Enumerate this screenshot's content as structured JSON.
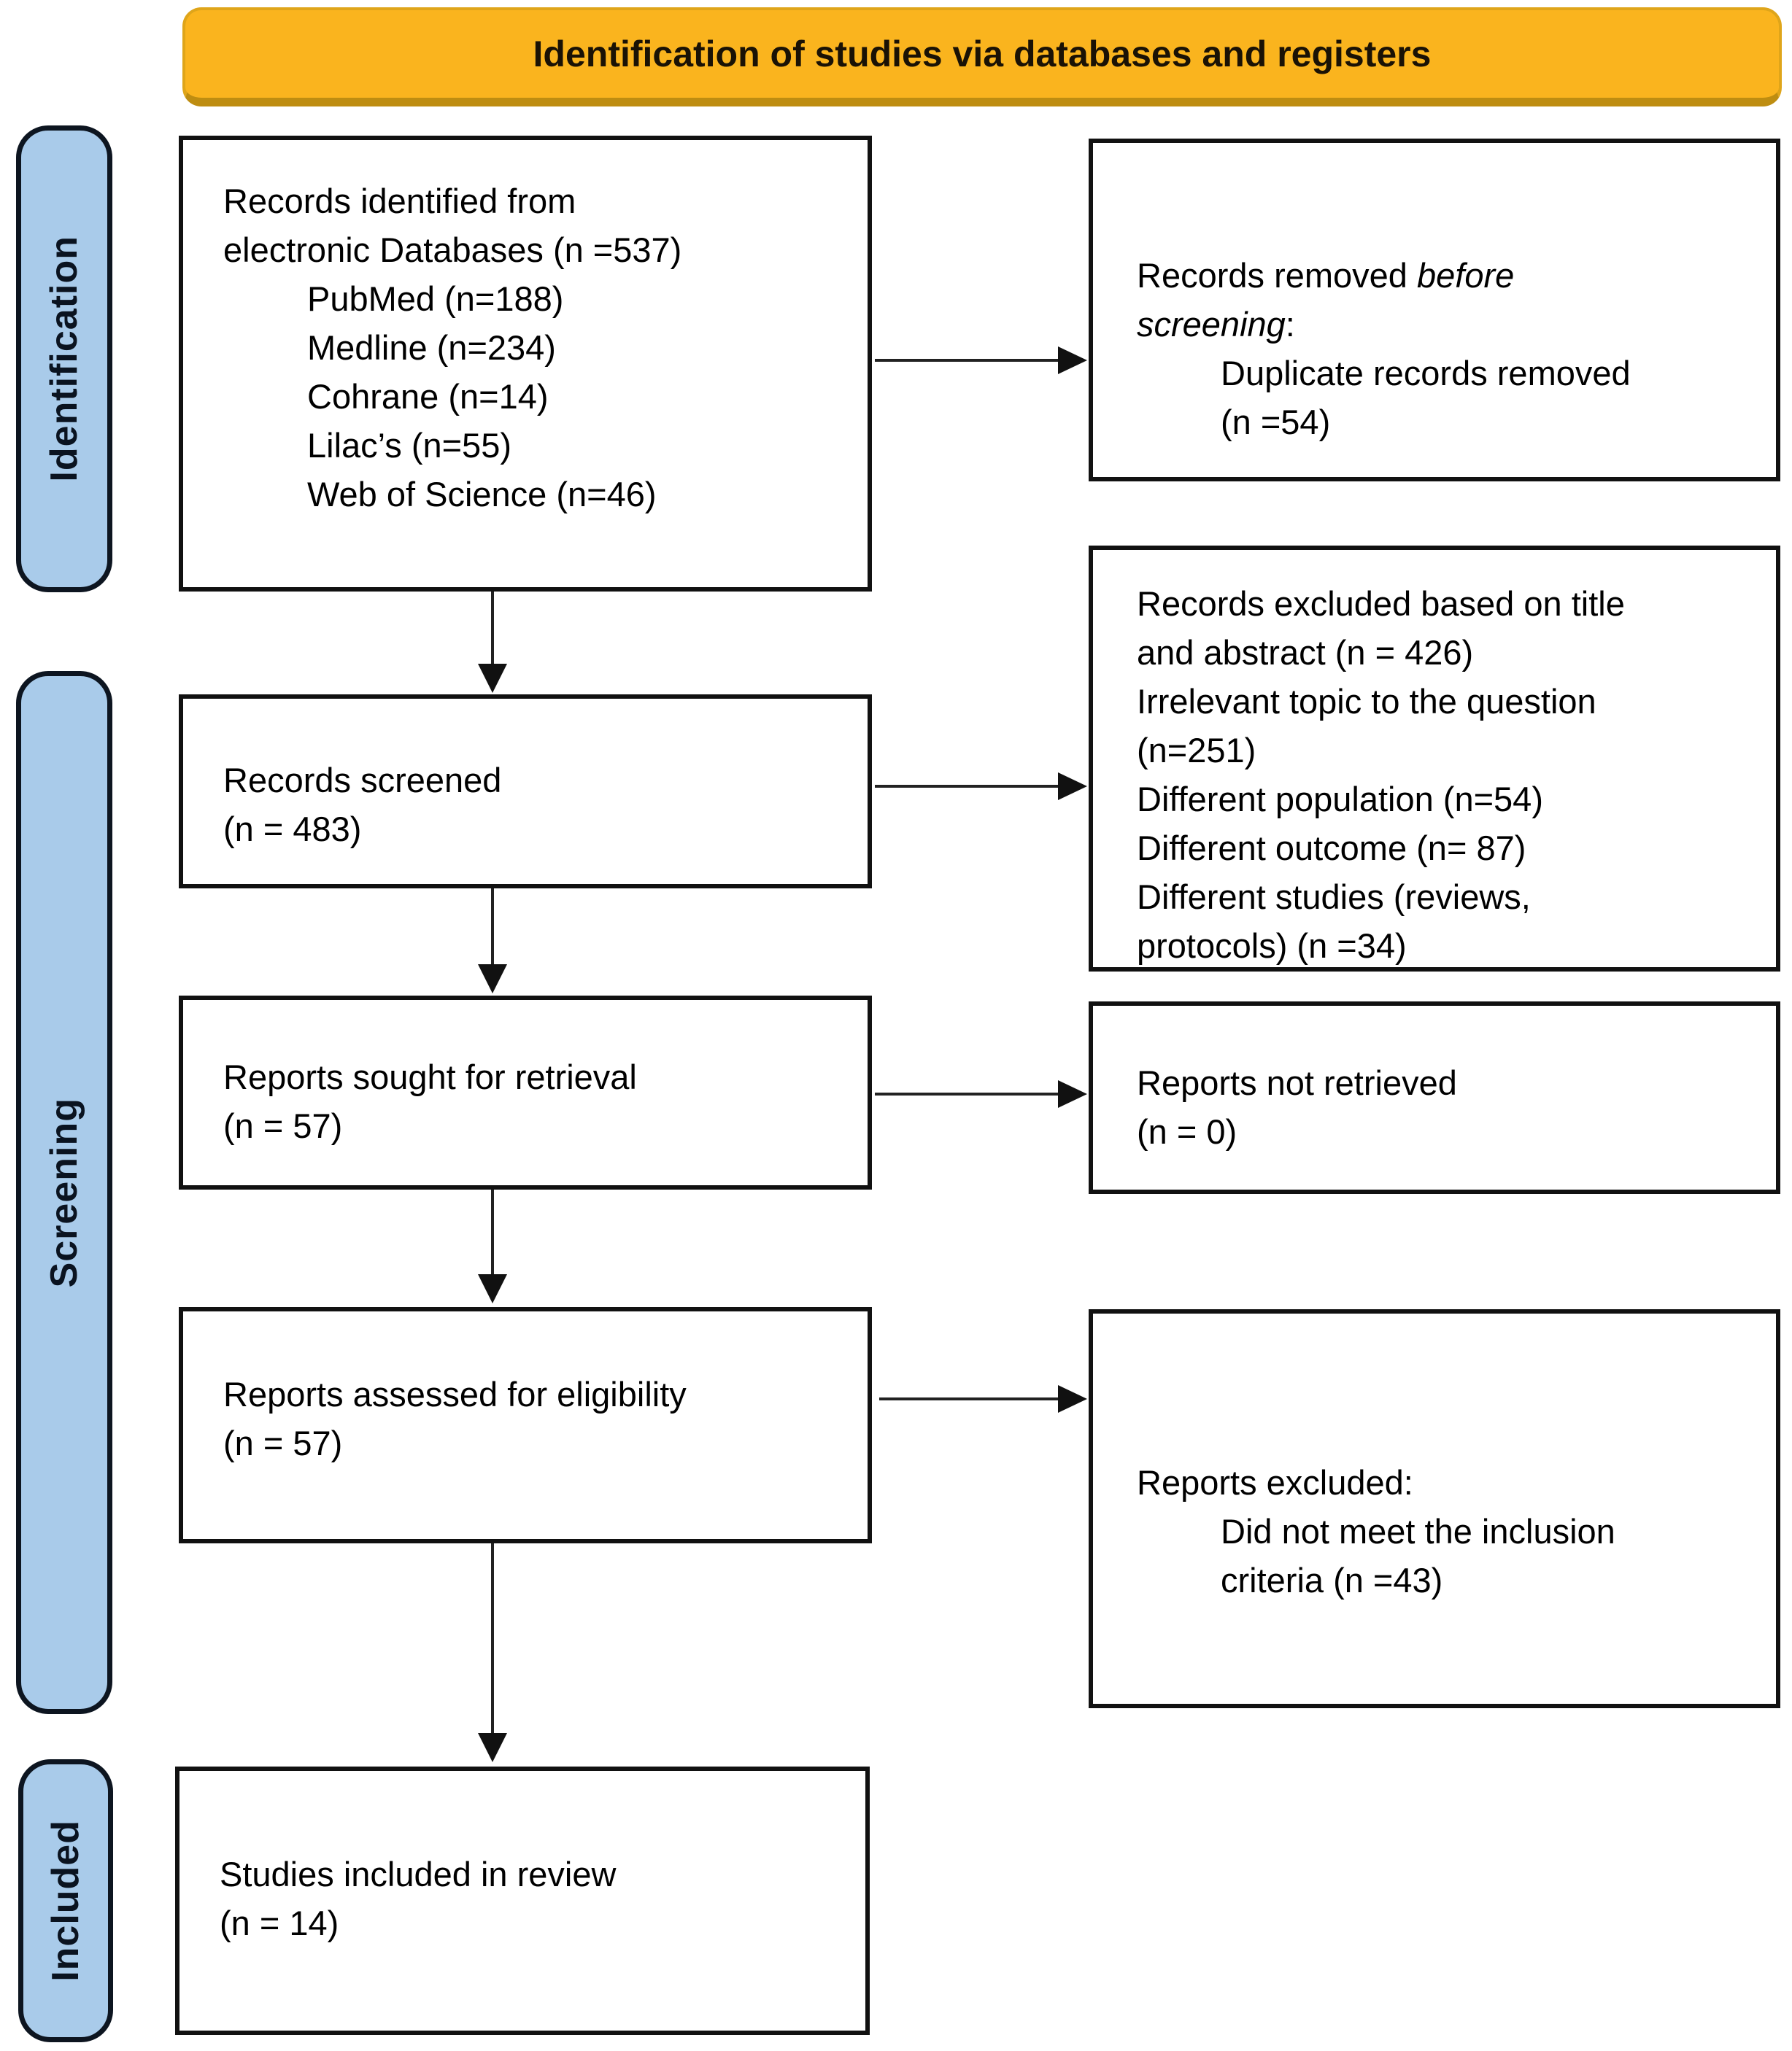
{
  "title": "Identification of studies via databases and registers",
  "stages": {
    "identification": "Identification",
    "screening": "Screening",
    "included": "Included"
  },
  "colors": {
    "banner_fill": "#FAB41E",
    "stage_fill": "#A9CBEA",
    "box_border": "#111111"
  },
  "boxes": {
    "records_identified": {
      "lines": [
        "Records identified from",
        "electronic Databases (n =537)"
      ],
      "items": [
        "PubMed (n=188)",
        "Medline (n=234)",
        "Cohrane (n=14)",
        "Lilac’s (n=55)",
        "Web of Science (n=46)"
      ]
    },
    "records_removed": {
      "line1_normal": "Records removed ",
      "line1_italic": "before",
      "line2_italic": "screening",
      "line2_suffix": ":",
      "items": [
        "Duplicate records removed",
        "(n =54)"
      ]
    },
    "records_screened": {
      "lines": [
        "Records screened",
        "(n = 483)"
      ]
    },
    "records_excluded": {
      "lines": [
        "Records excluded based on title",
        "and abstract (n = 426)",
        "Irrelevant topic to the question",
        "(n=251)",
        "Different population (n=54)",
        "Different outcome (n= 87)",
        "Different studies (reviews,",
        "protocols) (n =34)"
      ]
    },
    "reports_sought": {
      "lines": [
        "Reports sought for retrieval",
        "(n = 57)"
      ]
    },
    "reports_not_retrieved": {
      "lines": [
        "Reports not retrieved",
        "(n = 0)"
      ]
    },
    "reports_assessed": {
      "lines": [
        "Reports assessed for eligibility",
        "(n = 57)"
      ]
    },
    "reports_excluded": {
      "heading": "Reports excluded:",
      "items": [
        "Did not meet the inclusion",
        "criteria (n =43)"
      ]
    },
    "studies_included": {
      "lines": [
        "Studies included in review",
        "(n = 14)"
      ]
    }
  }
}
